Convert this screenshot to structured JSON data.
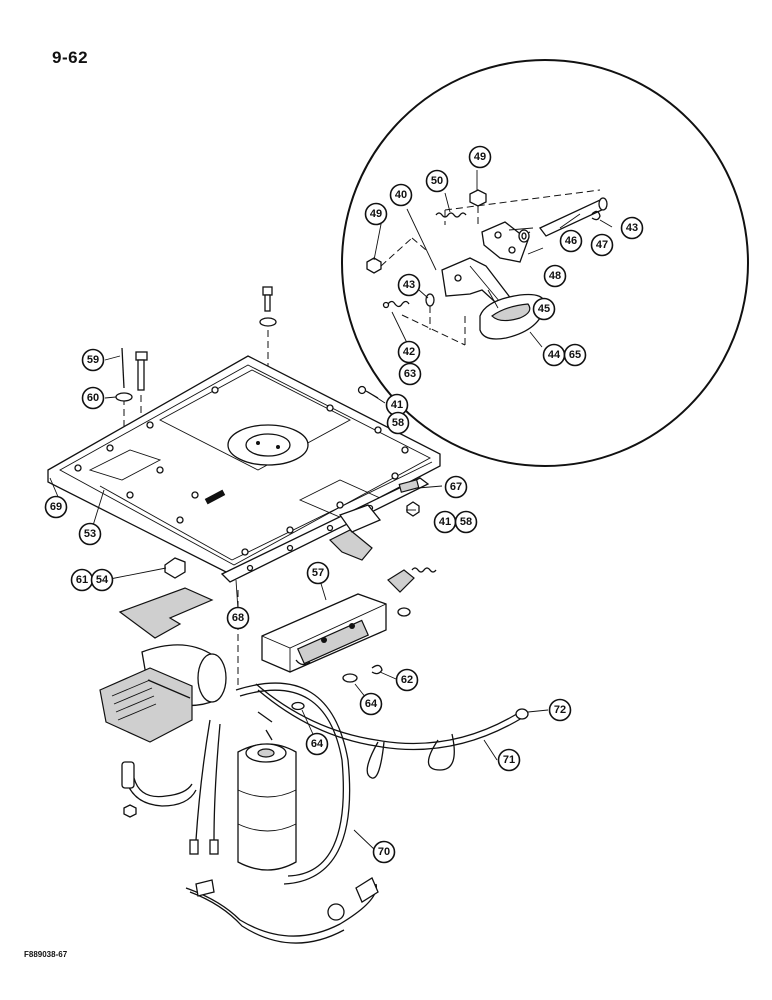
{
  "page_number": "9-62",
  "figure_code": "F889038-67",
  "callouts": {
    "c40": "40",
    "c41a": "41",
    "c42": "42",
    "c43a": "43",
    "c43b": "43",
    "c44": "44",
    "c45": "45",
    "c46": "46",
    "c47": "47",
    "c48": "48",
    "c49a": "49",
    "c49b": "49",
    "c50": "50",
    "c58a": "58",
    "c41b": "41",
    "c58b": "58",
    "c53": "53",
    "c54": "54",
    "c57": "57",
    "c59": "59",
    "c60": "60",
    "c61": "61",
    "c62": "62",
    "c63": "63",
    "c64a": "64",
    "c64b": "64",
    "c65": "65",
    "c67": "67",
    "c68": "68",
    "c69": "69",
    "c70": "70",
    "c71": "71",
    "c72": "72"
  }
}
